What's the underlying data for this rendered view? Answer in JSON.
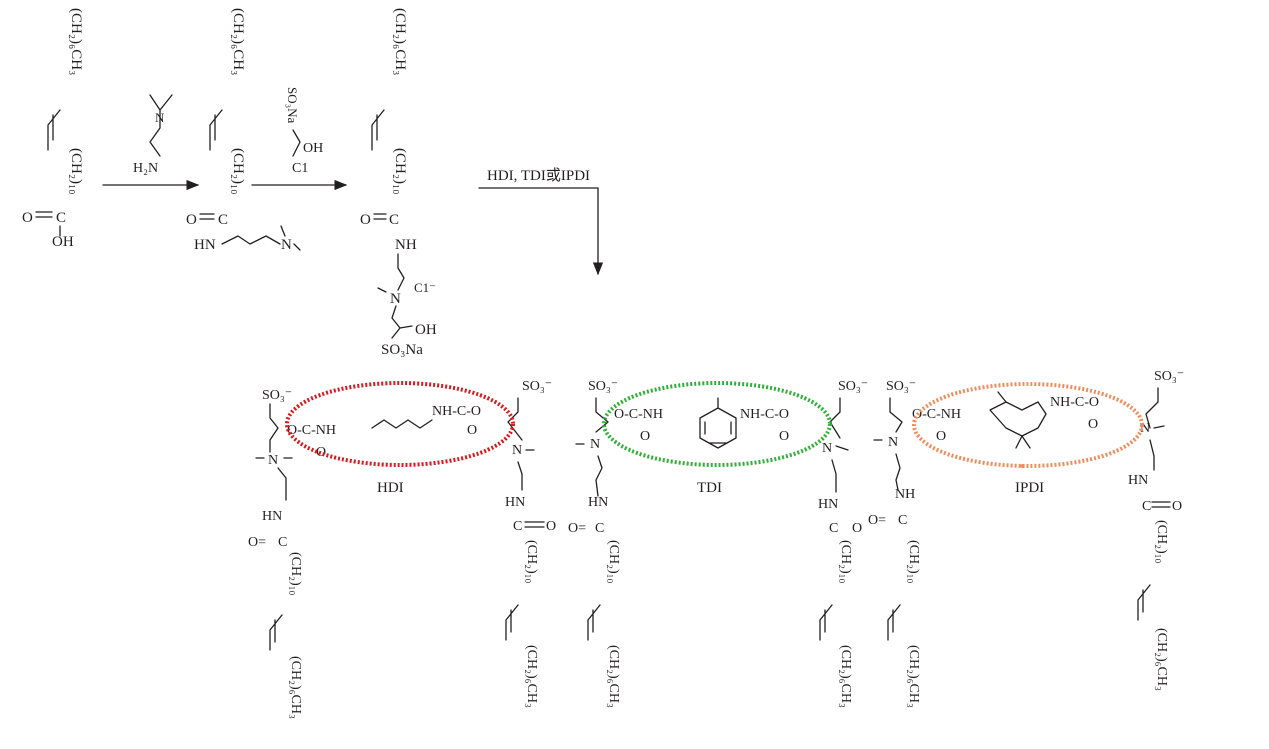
{
  "reaction": {
    "condition1": "H₂N",
    "condition2_so3na": "SO₃Na",
    "condition2_oh": "OH",
    "condition2_cl": "C1",
    "condition3": "HDI, TDI或IPDI"
  },
  "molecules": {
    "oleic_chain_top": "(CH₂)₆CH₃",
    "oleic_chain_mid": "(CH₂)₁₀",
    "acid_carbonyl": "C",
    "acid_oh": "OH",
    "acid_o": "O",
    "amide_nh": "HN",
    "amide_n": "N",
    "product3_nh": "NH",
    "product3_n": "N",
    "product3_cl": "C1⁻",
    "product3_oh": "OH",
    "product3_so3na": "SO₃Na"
  },
  "products": {
    "so3": "SO₃⁻",
    "urethane_o": "O",
    "urethane_c": "C",
    "urethane_nh": "NH",
    "n_plus": "N",
    "hdi_left_group": "O-C-NH",
    "hdi_right_group": "NH-C-O",
    "tdi_left_group": "O-C-NH",
    "tdi_right_group": "NH-C-O",
    "ipdi_left_group": "O-C-NH",
    "ipdi_right_group": "NH-C-O",
    "amide_hn": "HN",
    "amide_nh": "NH",
    "amide_c": "C",
    "chain_mid": "(CH₂)₁₀",
    "chain_end": "(CH₂)₆CH₃",
    "carbonyl_o": "O="
  },
  "labels": {
    "hdi": "HDI",
    "tdi": "TDI",
    "ipdi": "IPDI"
  },
  "colors": {
    "hdi": "#d7191c",
    "tdi": "#2eb135",
    "ipdi": "#f08c5a"
  }
}
